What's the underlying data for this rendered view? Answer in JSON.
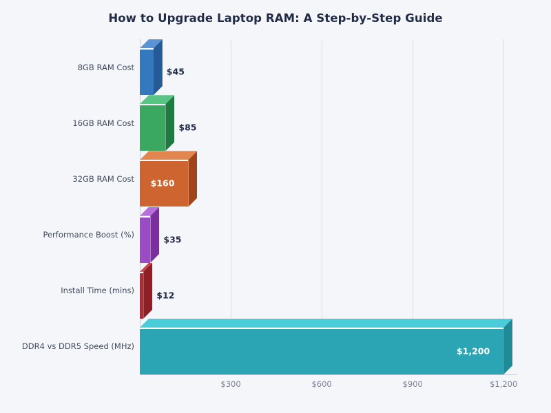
{
  "chart_data": {
    "type": "bar",
    "orientation": "horizontal",
    "style": "3d-extruded",
    "title": "How to Upgrade Laptop RAM: A Step-by-Step Guide",
    "xlabel": "",
    "ylabel": "",
    "xlim": [
      0,
      1245
    ],
    "grid": true,
    "legend": false,
    "categories": [
      "8GB RAM Cost",
      "16GB RAM Cost",
      "32GB RAM Cost",
      "Performance Boost (%)",
      "Install Time (mins)",
      "DDR4 vs DDR5 Speed (MHz)"
    ],
    "values": [
      45,
      85,
      160,
      35,
      12,
      1200
    ],
    "data_labels": [
      "$45",
      "$85",
      "$160",
      "$35",
      "$12",
      "$1,200"
    ],
    "label_placement": [
      "outside",
      "outside",
      "inside",
      "outside",
      "outside",
      "inside"
    ],
    "bar_colors": [
      "#3478bd",
      "#3aa861",
      "#ce6430",
      "#9b4bc4",
      "#b22b32",
      "#2ba5b3"
    ],
    "bar_side_colors": [
      "#245a96",
      "#1f7a42",
      "#a04419",
      "#7a2ea0",
      "#8e1f26",
      "#1f8b97"
    ],
    "bar_top_colors": [
      "#5b94d4",
      "#59c483",
      "#e2854f",
      "#b671d9",
      "#c9454c",
      "#4bcdd9"
    ],
    "xticks": [
      300,
      600,
      900,
      1200
    ],
    "xtick_labels": [
      "$300",
      "$600",
      "$900",
      "$1,200"
    ],
    "colors": {
      "background": "#f4f6fa",
      "title": "#222b45",
      "ytick_text": "#414a5e",
      "xtick_text": "#7b8396",
      "gridline": "#d9dde6",
      "axis": "#c8ccd6",
      "label_inside": "#ffffff",
      "label_outside": "#222b45"
    }
  }
}
